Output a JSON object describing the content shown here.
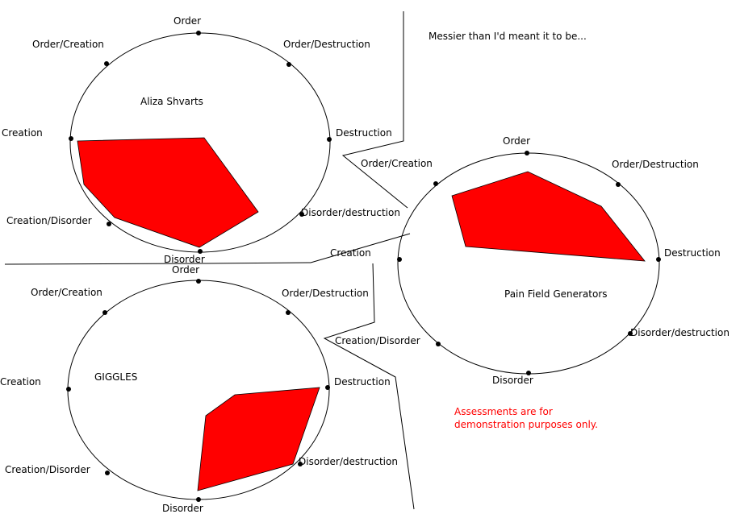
{
  "note": "Messier than I'd meant it to be...",
  "disclaimer": {
    "line1": "Assessments are for",
    "line2": "demonstration purposes only."
  },
  "colors": {
    "fill": "#ff0000",
    "stroke": "#000000",
    "note_text": "#ff0000"
  },
  "charts": [
    {
      "id": "aliza",
      "title": "Aliza Shvarts",
      "labels": {
        "order": "Order",
        "order_destruction": "Order/Destruction",
        "destruction": "Destruction",
        "disorder_destruction": "Disorder/destruction",
        "disorder": "Disorder",
        "creation_disorder": "Creation/Disorder",
        "creation": "Creation",
        "order_creation": "Order/Creation"
      }
    },
    {
      "id": "pain",
      "title": "Pain Field Generators",
      "labels": {
        "order": "Order",
        "order_destruction": "Order/Destruction",
        "destruction": "Destruction",
        "disorder_destruction": "Disorder/destruction",
        "disorder": "Disorder",
        "creation_disorder": "Creation/Disorder",
        "creation": "Creation",
        "order_creation": "Order/Creation"
      }
    },
    {
      "id": "giggles",
      "title": "GIGGLES",
      "labels": {
        "order": "Order",
        "order_destruction": "Order/Destruction",
        "destruction": "Destruction",
        "disorder_destruction": "Disorder/destruction",
        "disorder": "Disorder",
        "creation_disorder": "Creation/Disorder",
        "creation": "Creation",
        "order_creation": "Order/Creation"
      }
    }
  ]
}
